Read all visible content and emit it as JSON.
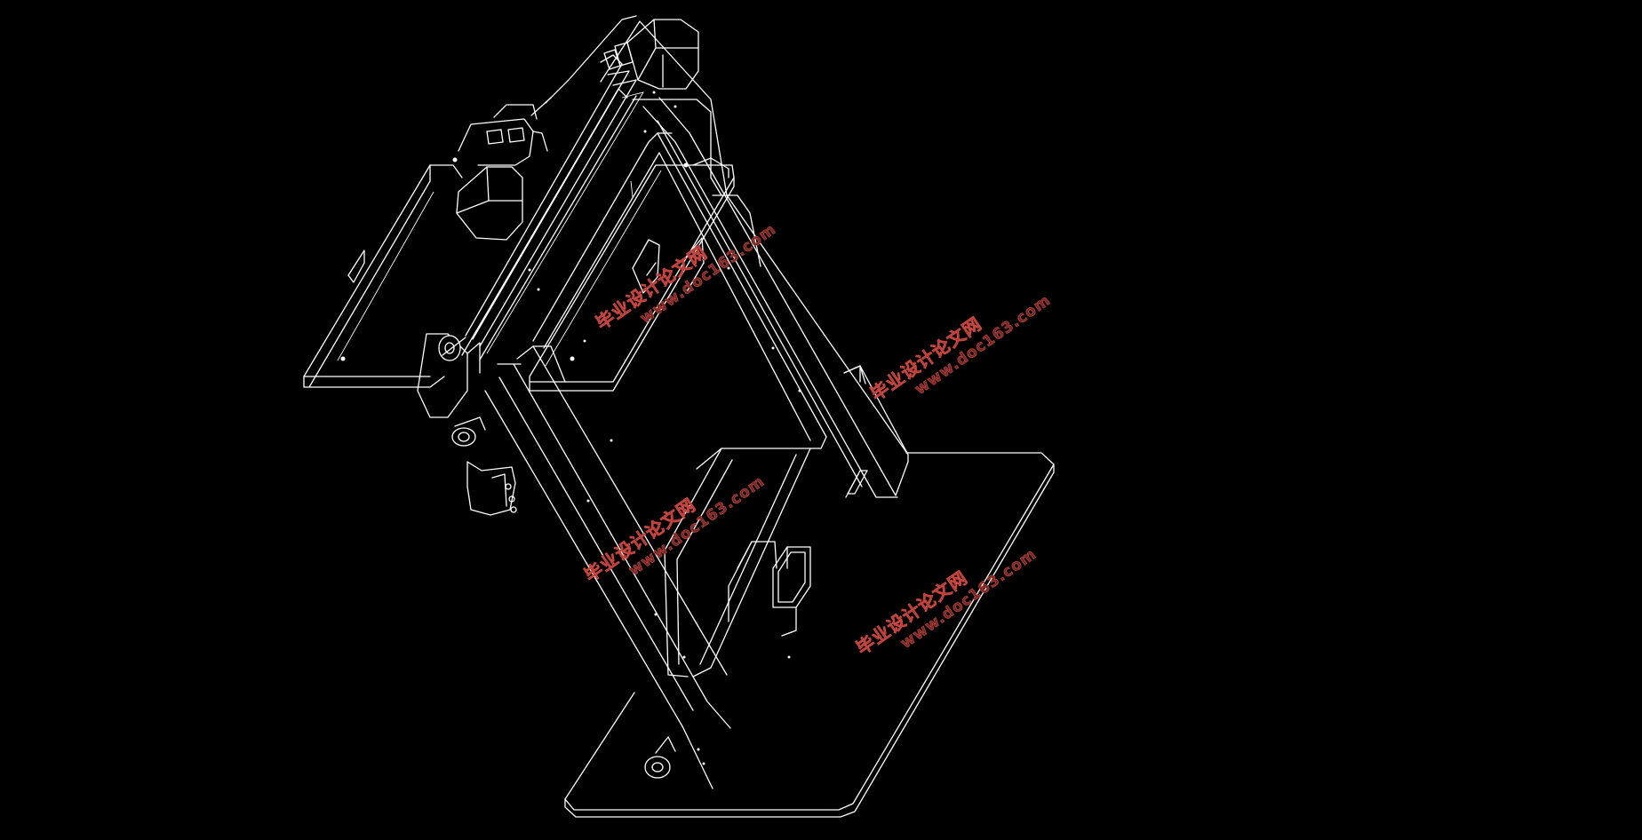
{
  "drawing": {
    "background": "#000000",
    "line_color": "#ffffff",
    "watermark_color": "#c9463f"
  },
  "watermarks": [
    {
      "cn": "毕业设计论文网",
      "url": "www.doc163.com"
    },
    {
      "cn": "毕业设计论文网",
      "url": "www.doc163.com"
    },
    {
      "cn": "毕业设计论文网",
      "url": "www.doc163.com"
    },
    {
      "cn": "毕业设计论文网",
      "url": "www.doc163.com"
    }
  ]
}
